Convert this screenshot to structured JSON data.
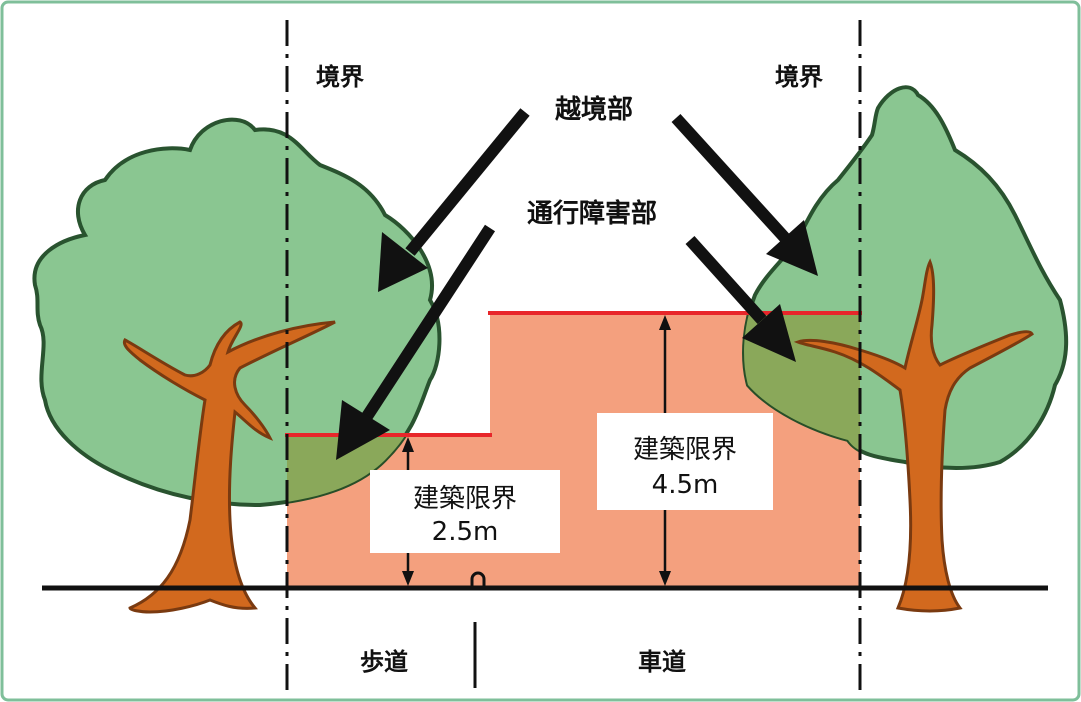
{
  "labels": {
    "boundary_left": "境界",
    "boundary_right": "境界",
    "encroachment": "越境部",
    "obstruction": "通行障害部",
    "sidewalk": "歩道",
    "roadway": "車道"
  },
  "clearance_boxes": [
    {
      "title": "建築限界",
      "value": "2.5m"
    },
    {
      "title": "建築限界",
      "value": "4.5m"
    }
  ],
  "colors": {
    "frame": "#7fbf9a",
    "foliage": "#84c38c",
    "foliage_outline": "#1e4a24",
    "overlap": "#8aa85a",
    "trunk": "#d2691e",
    "trunk_outline": "#7a3a10",
    "clearance_fill": "#f4a07e",
    "clearance_top": "#e8262a",
    "ink": "#111111"
  }
}
